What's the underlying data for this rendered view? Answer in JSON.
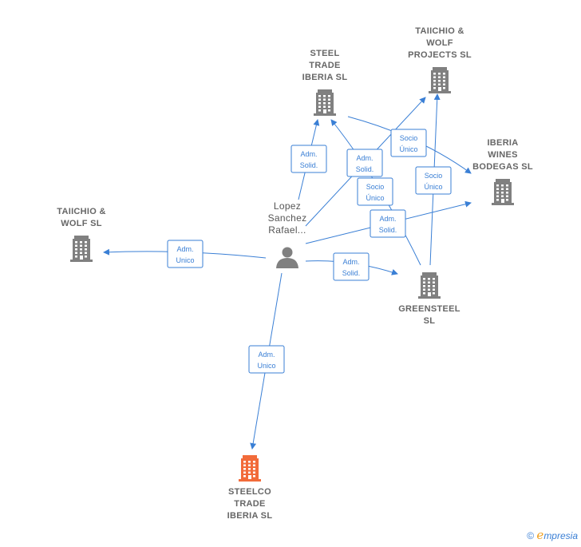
{
  "colors": {
    "edge": "#3a7fd5",
    "company": "#808080",
    "focus_company": "#f26b3a",
    "person": "#808080"
  },
  "nodes": [
    {
      "id": "steel_trade",
      "kind": "company",
      "icon": "building-icon",
      "lines": [
        "STEEL",
        "TRADE",
        "IBERIA  SL"
      ]
    },
    {
      "id": "taiichio_projects",
      "kind": "company",
      "icon": "building-icon",
      "lines": [
        "TAIICHIO &",
        "WOLF",
        "PROJECTS  SL"
      ]
    },
    {
      "id": "iberia_wines",
      "kind": "company",
      "icon": "building-icon",
      "lines": [
        "IBERIA",
        "WINES",
        "BODEGAS  SL"
      ]
    },
    {
      "id": "taiichio_wolf",
      "kind": "company",
      "icon": "building-icon",
      "lines": [
        "TAIICHIO &",
        "WOLF  SL"
      ]
    },
    {
      "id": "person",
      "kind": "person",
      "icon": "person-icon",
      "lines": [
        "Lopez",
        "Sanchez",
        "Rafael..."
      ]
    },
    {
      "id": "greensteel",
      "kind": "company",
      "icon": "building-icon",
      "lines": [
        "GREENSTEEL",
        "SL"
      ]
    },
    {
      "id": "steelco",
      "kind": "focus",
      "icon": "building-icon",
      "lines": [
        "STEELCO",
        "TRADE",
        "IBERIA  SL"
      ]
    }
  ],
  "edges": [
    {
      "from": "person",
      "to": "steel_trade",
      "label": [
        "Adm.",
        "Solid."
      ]
    },
    {
      "from": "person",
      "to": "taiichio_projects",
      "label": [
        "Adm.",
        "Solid."
      ]
    },
    {
      "from": "person",
      "to": "iberia_wines",
      "label": [
        "Adm.",
        "Solid."
      ]
    },
    {
      "from": "person",
      "to": "taiichio_wolf",
      "label": [
        "Adm.",
        "Unico"
      ]
    },
    {
      "from": "person",
      "to": "greensteel",
      "label": [
        "Adm.",
        "Solid."
      ]
    },
    {
      "from": "person",
      "to": "steelco",
      "label": [
        "Adm.",
        "Unico"
      ]
    },
    {
      "from": "greensteel",
      "to": "steel_trade",
      "label": [
        "Socio",
        "Único"
      ]
    },
    {
      "from": "greensteel",
      "to": "taiichio_projects",
      "label": [
        "Socio",
        "Único"
      ]
    },
    {
      "from": "steel_trade",
      "to": "iberia_wines",
      "label": [
        "Socio",
        "Único"
      ]
    }
  ],
  "footer": {
    "copyright": "©",
    "brand_initial": "e",
    "brand_rest": "mpresia"
  }
}
